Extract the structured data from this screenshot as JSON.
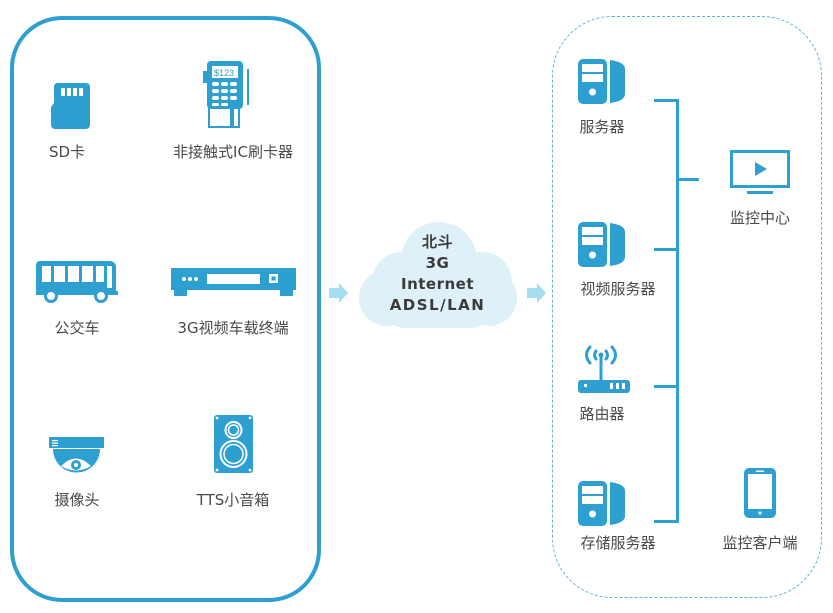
{
  "colors": {
    "primary": "#2e9fd1",
    "cloud_fill": "#dff1f8",
    "arrow": "#a5dcef",
    "dashed_border": "#5fb2dc",
    "text": "#4a4a4a"
  },
  "terminal_devices": {
    "items": [
      {
        "label": "SD卡",
        "icon": "sd-card-icon"
      },
      {
        "label": "非接触式IC刷卡器",
        "icon": "card-reader-icon"
      },
      {
        "label": "公交车",
        "icon": "bus-icon"
      },
      {
        "label": "3G视频车载终端",
        "icon": "vehicle-terminal-icon"
      },
      {
        "label": "摄像头",
        "icon": "camera-icon"
      },
      {
        "label": "TTS小音箱",
        "icon": "speaker-icon"
      }
    ]
  },
  "network": {
    "lines": [
      "北斗",
      "3G",
      "Internet",
      "ADSL/LAN"
    ],
    "icon": "cloud-icon"
  },
  "backend": {
    "servers": [
      {
        "label": "服务器",
        "icon": "server-icon"
      },
      {
        "label": "视频服务器",
        "icon": "server-icon"
      },
      {
        "label": "路由器",
        "icon": "router-icon"
      },
      {
        "label": "存储服务器",
        "icon": "server-icon"
      }
    ],
    "clients": [
      {
        "label": "监控中心",
        "icon": "monitor-icon"
      },
      {
        "label": "监控客户端",
        "icon": "mobile-phone-icon"
      }
    ]
  },
  "card_reader_screen": "$123"
}
